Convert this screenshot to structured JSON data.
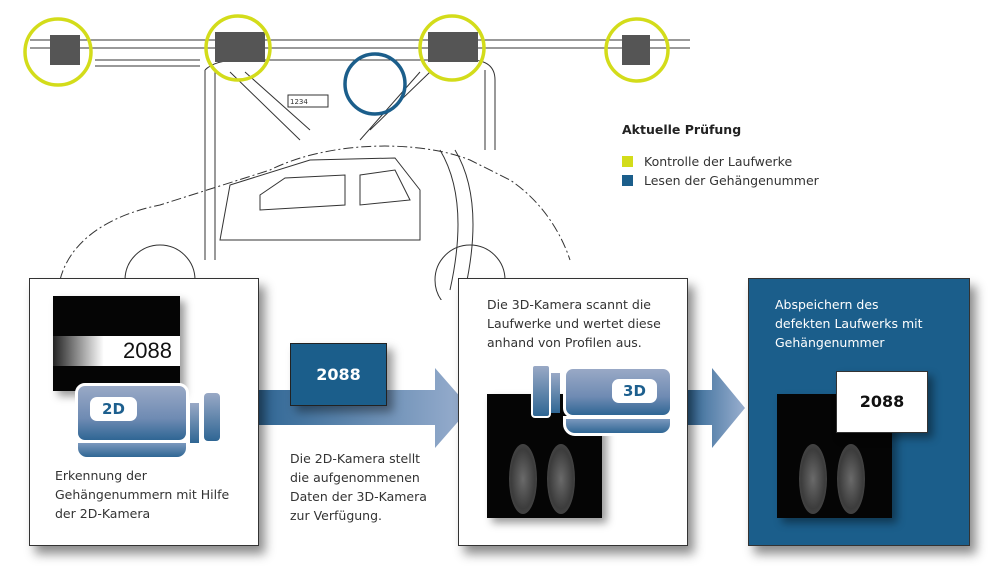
{
  "legend": {
    "title": "Aktuelle Prüfung",
    "items": [
      {
        "label": "Kontrolle der Laufwerke",
        "color": "#d3dc1a"
      },
      {
        "label": "Lesen der Gehängenummer",
        "color": "#1b5e8b"
      }
    ]
  },
  "drawing": {
    "plate": "1234"
  },
  "step1": {
    "text": [
      "Erkennung der",
      "Gehängenummern mit Hilfe",
      "der 2D-Kamera"
    ],
    "camera_label": "2D",
    "photo_number": "2088"
  },
  "transfer": {
    "number": "2088",
    "text": [
      "Die 2D-Kamera stellt",
      "die aufgenommenen",
      "Daten der 3D-Kamera",
      "zur Verfügung."
    ]
  },
  "step2": {
    "text": [
      "Die 3D-Kamera scannt die",
      "Laufwerke und wertet diese",
      "anhand von Profilen aus."
    ],
    "camera_label": "3D"
  },
  "step3": {
    "text": [
      "Abspeichern des",
      "defekten Laufwerks mit",
      "Gehängenummer"
    ],
    "number": "2088"
  },
  "colors": {
    "yellow": "#d3dc1a",
    "blue": "#1b5e8b",
    "arrow": "#8fa3c4"
  }
}
